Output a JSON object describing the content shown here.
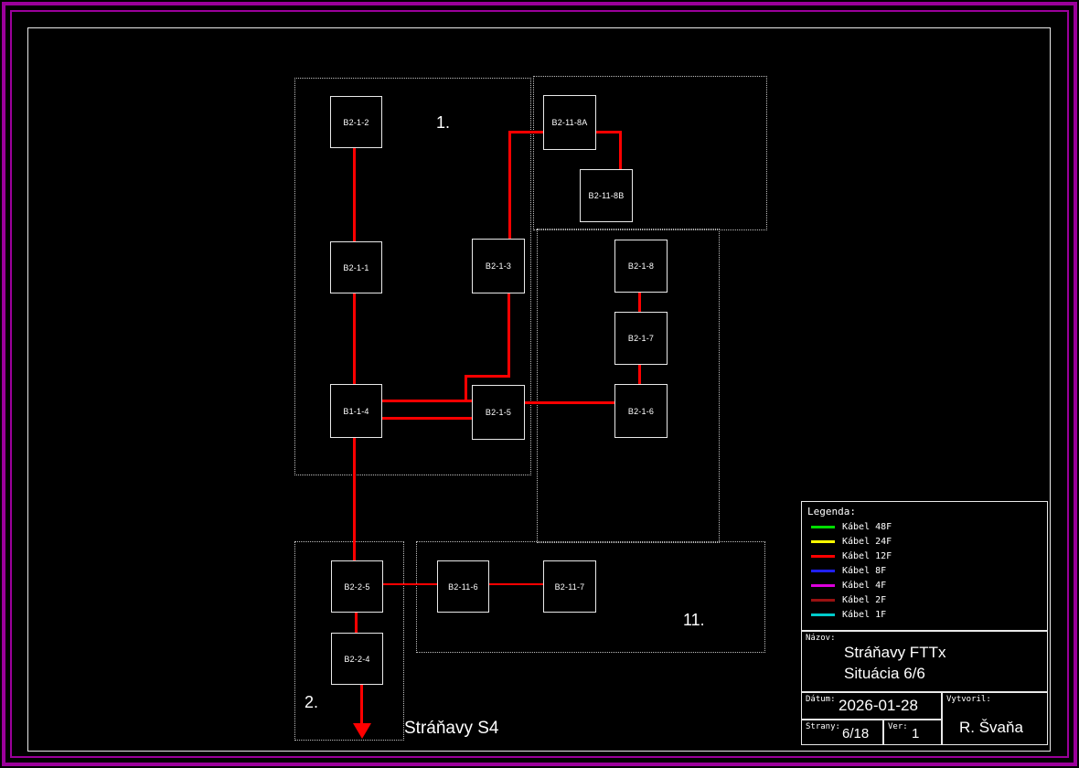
{
  "drawing": {
    "zones": [
      {
        "label": "1."
      },
      {
        "label": "11."
      },
      {
        "label": "2."
      }
    ],
    "exit_label": "Stráňavy S4",
    "nodes": [
      {
        "label": "B2-1-2"
      },
      {
        "label": "B2-11-8A"
      },
      {
        "label": "B2-11-8B"
      },
      {
        "label": "B2-1-1"
      },
      {
        "label": "B2-1-3"
      },
      {
        "label": "B2-1-8"
      },
      {
        "label": "B2-1-7"
      },
      {
        "label": "B1-1-4"
      },
      {
        "label": "B2-1-5"
      },
      {
        "label": "B2-1-6"
      },
      {
        "label": "B2-2-5"
      },
      {
        "label": "B2-11-6"
      },
      {
        "label": "B2-11-7"
      },
      {
        "label": "B2-2-4"
      }
    ]
  },
  "legend": {
    "title": "Legenda:",
    "items": [
      {
        "label": "Kábel 48F",
        "color": "#00dd00"
      },
      {
        "label": "Kábel 24F",
        "color": "#ffff00"
      },
      {
        "label": "Kábel 12F",
        "color": "#ff0000"
      },
      {
        "label": "Kábel 8F",
        "color": "#2020ff"
      },
      {
        "label": "Kábel 4F",
        "color": "#dd00dd"
      },
      {
        "label": "Kábel 2F",
        "color": "#991111"
      },
      {
        "label": "Kábel 1F",
        "color": "#00cccc"
      }
    ]
  },
  "title_block": {
    "nazov_label": "Názov:",
    "project_title": "Stráňavy FTTx",
    "project_subtitle": "Situácia 6/6",
    "datum_label": "Dátum:",
    "datum_value": "2026-01-28",
    "vytvoril_label": "Vytvoril:",
    "vytvoril_value": "R. Švaňa",
    "strany_label": "Strany:",
    "strany_value": "6/18",
    "ver_label": "Ver:",
    "ver_value": "1"
  }
}
